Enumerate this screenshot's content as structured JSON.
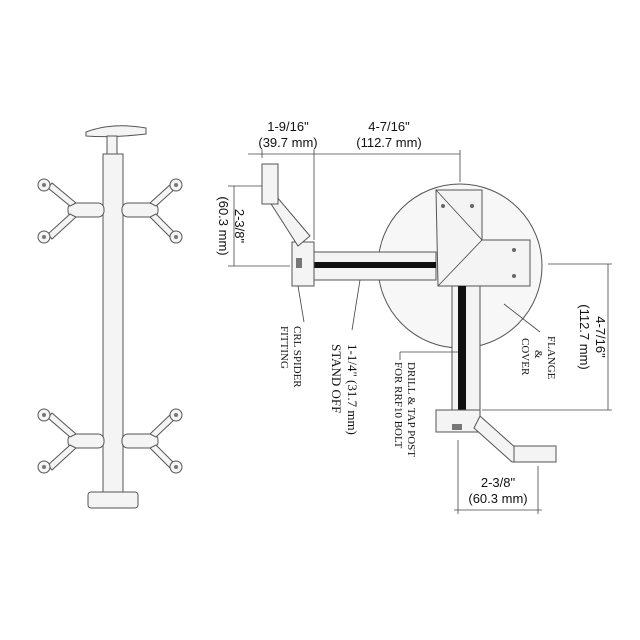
{
  "dimensions": {
    "fitting_width": {
      "fraction": "1-9/16\"",
      "metric": "(39.7 mm)"
    },
    "standoff_length": {
      "fraction": "4-7/16\"",
      "metric": "(112.7 mm)"
    },
    "fitting_height_left": {
      "fraction": "2-3/8\"",
      "metric": "(60.3 mm)"
    },
    "post_diameter_right": {
      "fraction": "4-7/16\"",
      "metric": "(112.7 mm)"
    },
    "fitting_height_bottom": {
      "fraction": "2-3/8\"",
      "metric": "(60.3 mm)"
    }
  },
  "labels": {
    "crl_spider_line1": "CRL SPIDER",
    "crl_spider_line2": "FITTING",
    "standoff_line1": "1-1/4\" (31.7 mm)",
    "standoff_line2": "STAND OFF",
    "drill_line1": "DRILL & TAP POST",
    "drill_line2": "FOR RRF10 BOLT",
    "flange_line1": "FLANGE",
    "flange_line2": "&",
    "flange_line3": "COVER"
  },
  "colors": {
    "part_fill": "#f4f4f4",
    "outline": "#555555",
    "dark_slot": "#111111"
  }
}
